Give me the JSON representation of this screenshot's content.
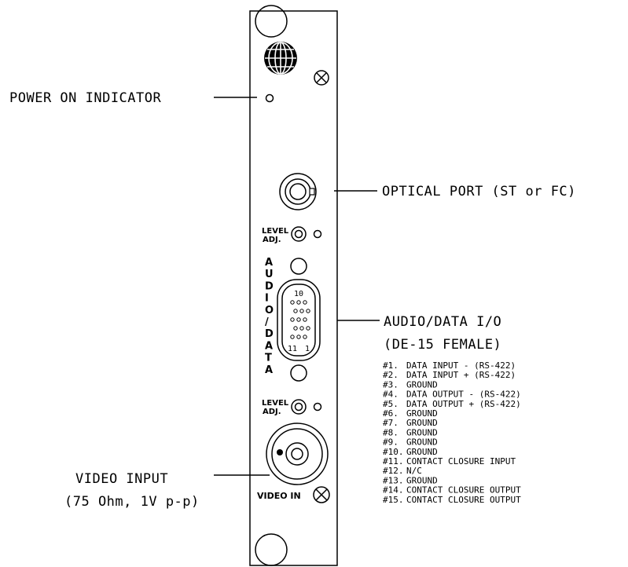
{
  "labels": {
    "power_indicator": "POWER ON INDICATOR",
    "optical_port": "OPTICAL PORT (ST or FC)",
    "audio_data_title": "AUDIO/DATA I/O",
    "audio_data_subtitle": "(DE-15 FEMALE)",
    "video_input_title": "VIDEO INPUT",
    "video_input_subtitle": "(75 Ohm, 1V p-p)"
  },
  "panel_text": {
    "level_adj_top_1": "LEVEL",
    "level_adj_top_2": "ADJ.",
    "level_adj_bottom_1": "LEVEL",
    "level_adj_bottom_2": "ADJ.",
    "vertical_label": [
      "A",
      "U",
      "D",
      "I",
      "O",
      "/",
      "D",
      "A",
      "T",
      "A"
    ],
    "video_in": "VIDEO IN",
    "connector_pin_10": "10",
    "connector_pin_11": "11",
    "connector_pin_1": "1"
  },
  "pinout": [
    {
      "pin": "#1.",
      "desc": "DATA INPUT - (RS-422)"
    },
    {
      "pin": "#2.",
      "desc": "DATA INPUT + (RS-422)"
    },
    {
      "pin": "#3.",
      "desc": "GROUND"
    },
    {
      "pin": "#4.",
      "desc": "DATA OUTPUT - (RS-422)"
    },
    {
      "pin": "#5.",
      "desc": "DATA OUTPUT + (RS-422)"
    },
    {
      "pin": "#6.",
      "desc": "GROUND"
    },
    {
      "pin": "#7.",
      "desc": "GROUND"
    },
    {
      "pin": "#8.",
      "desc": "GROUND"
    },
    {
      "pin": "#9.",
      "desc": "GROUND"
    },
    {
      "pin": "#10.",
      "desc": "GROUND"
    },
    {
      "pin": "#11.",
      "desc": "CONTACT CLOSURE INPUT"
    },
    {
      "pin": "#12.",
      "desc": "N/C"
    },
    {
      "pin": "#13.",
      "desc": "GROUND"
    },
    {
      "pin": "#14.",
      "desc": "CONTACT CLOSURE OUTPUT"
    },
    {
      "pin": "#15.",
      "desc": "CONTACT CLOSURE OUTPUT"
    }
  ]
}
